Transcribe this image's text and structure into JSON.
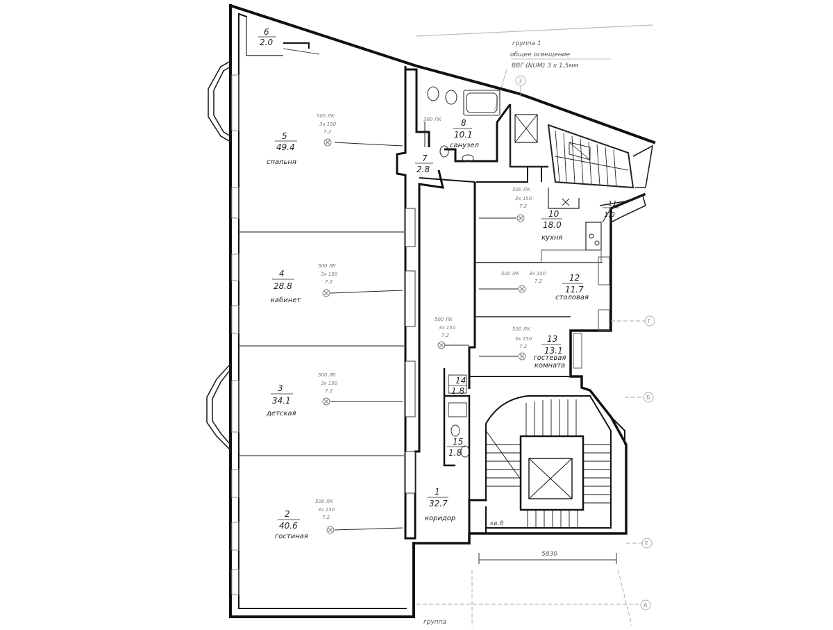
{
  "header_note": {
    "group": "группа 1",
    "lighting": "общее освещение",
    "cable": "ВВГ (NUM) 3 х 1,5мм"
  },
  "rooms": [
    {
      "id": "room-6",
      "number": "6",
      "area": "2.0",
      "name": ""
    },
    {
      "id": "room-5",
      "number": "5",
      "area": "49.4",
      "name": "спальня"
    },
    {
      "id": "room-4",
      "number": "4",
      "area": "28.8",
      "name": "кабинет"
    },
    {
      "id": "room-3",
      "number": "3",
      "area": "34.1",
      "name": "детская"
    },
    {
      "id": "room-2",
      "number": "2",
      "area": "40.6",
      "name": "гостиная"
    },
    {
      "id": "room-8",
      "number": "8",
      "area": "10.1",
      "name": "санузел"
    },
    {
      "id": "room-7",
      "number": "7",
      "area": "2.8",
      "name": ""
    },
    {
      "id": "room-10",
      "number": "10",
      "area": "18.0",
      "name": "кухня"
    },
    {
      "id": "room-11",
      "number": "11",
      "area": "1.0",
      "name": ""
    },
    {
      "id": "room-12",
      "number": "12",
      "area": "11.7",
      "name": "столовая"
    },
    {
      "id": "room-13",
      "number": "13",
      "area": "13.1",
      "name": "гостевая комната"
    },
    {
      "id": "room-14",
      "number": "14",
      "area": "1.8",
      "name": ""
    },
    {
      "id": "room-15",
      "number": "15",
      "area": "1.8",
      "name": ""
    },
    {
      "id": "room-1",
      "number": "1",
      "area": "32.7",
      "name": "коридор"
    }
  ],
  "lamp_spec": {
    "lux": "500 ЛК",
    "fixture": "3х 150",
    "height": "7.2"
  },
  "lamp_spec_wc": {
    "lux": "300 ЛК"
  },
  "apartment_label": "кв.8",
  "dimension": "5830",
  "axes": [
    "3",
    "Г",
    "Б",
    "Е",
    "А"
  ],
  "bottom_note": "группа"
}
